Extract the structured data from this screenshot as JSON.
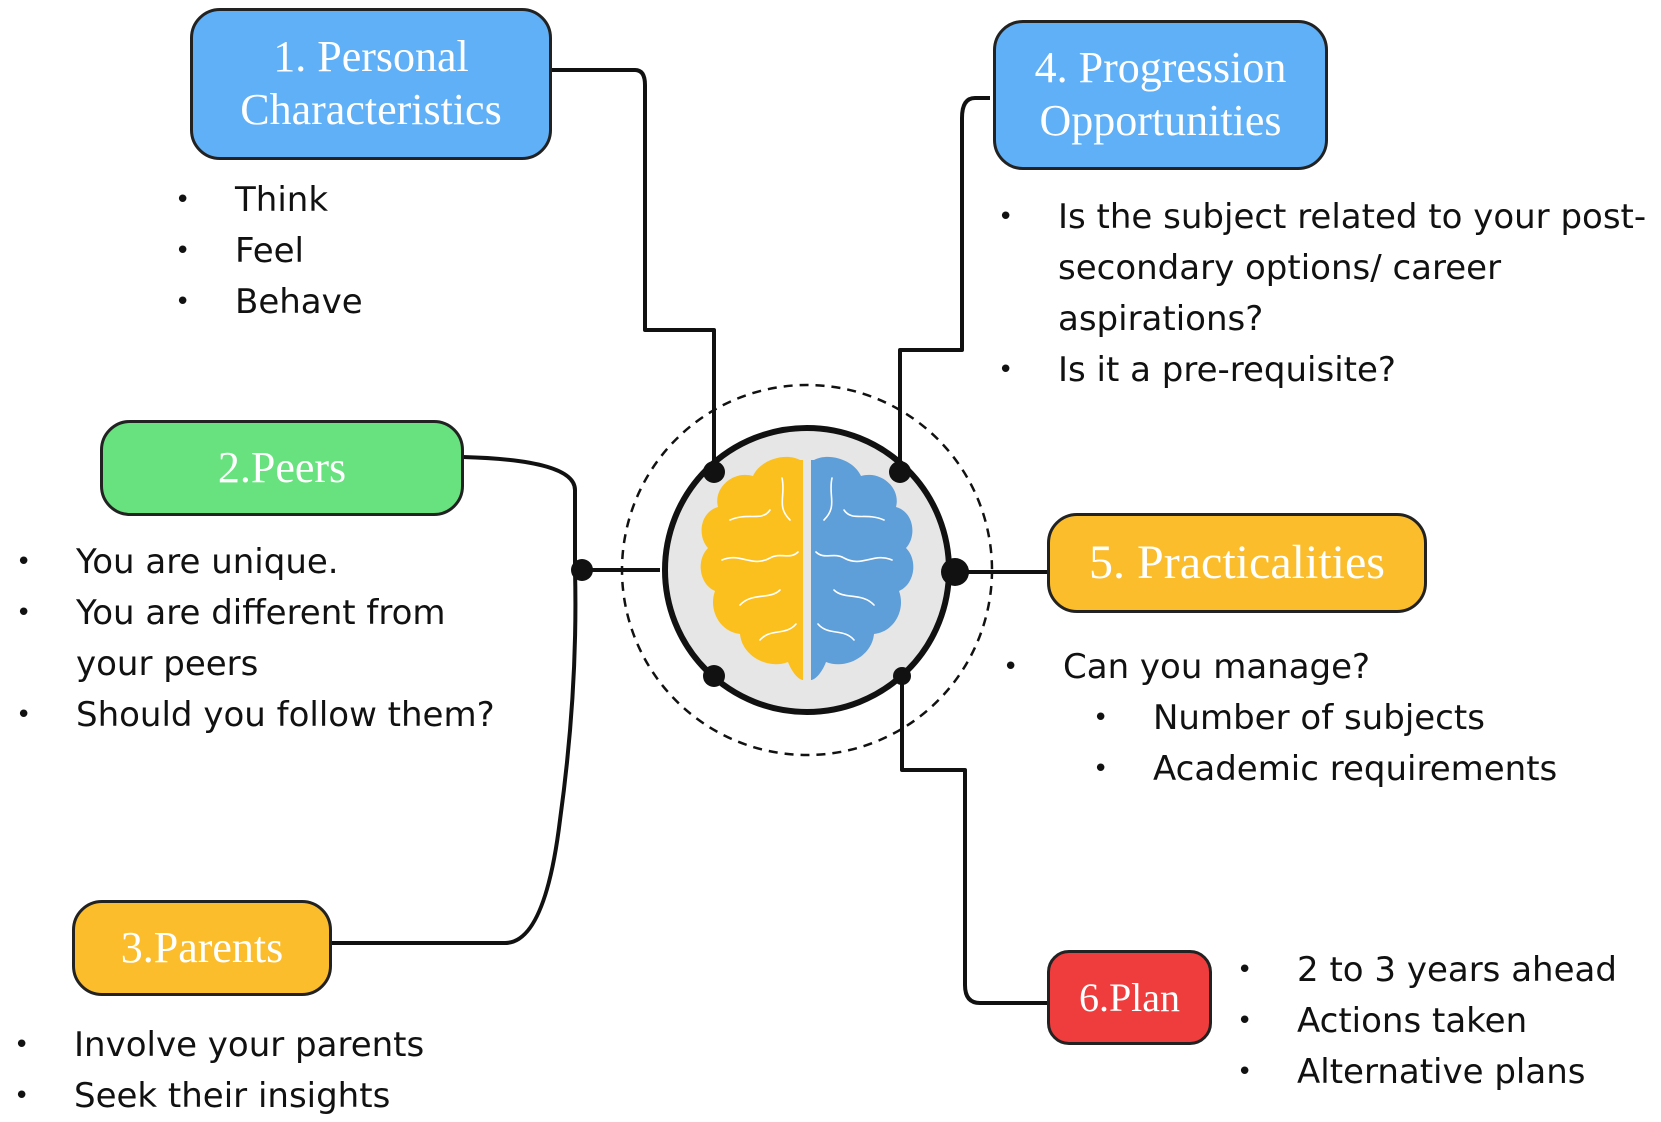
{
  "colors": {
    "blue_box": "#60b0f8",
    "green_box": "#67e27e",
    "yellow_box": "#fbbd2b",
    "red_box": "#ef3c3c",
    "brain_left": "#fbc01e",
    "brain_right": "#5e9ed9",
    "hub_fill": "#e6e6e6",
    "line": "#111111"
  },
  "hub": {
    "icon": "brain-icon"
  },
  "nodes": [
    {
      "id": "personal",
      "label": "1. Personal\nCharacteristics",
      "items": [
        "Think",
        "Feel",
        "Behave"
      ]
    },
    {
      "id": "peers",
      "label": "2.Peers",
      "items": [
        "You are unique.",
        "You are different from\nyour peers",
        "Should you follow them?"
      ]
    },
    {
      "id": "parents",
      "label": "3.Parents",
      "items": [
        "Involve your parents",
        "Seek their insights"
      ]
    },
    {
      "id": "progression",
      "label": "4. Progression\nOpportunities",
      "items": [
        "Is the subject related to your post-\nsecondary options/ career\naspirations?",
        "Is it a pre-requisite?"
      ]
    },
    {
      "id": "practicalities",
      "label": "5. Practicalities",
      "items": [
        "Can you manage?"
      ],
      "subitems": [
        "Number of subjects",
        "Academic requirements"
      ]
    },
    {
      "id": "plan",
      "label": "6.Plan",
      "items": [
        "2 to 3 years ahead",
        "Actions taken",
        "Alternative plans"
      ]
    }
  ]
}
